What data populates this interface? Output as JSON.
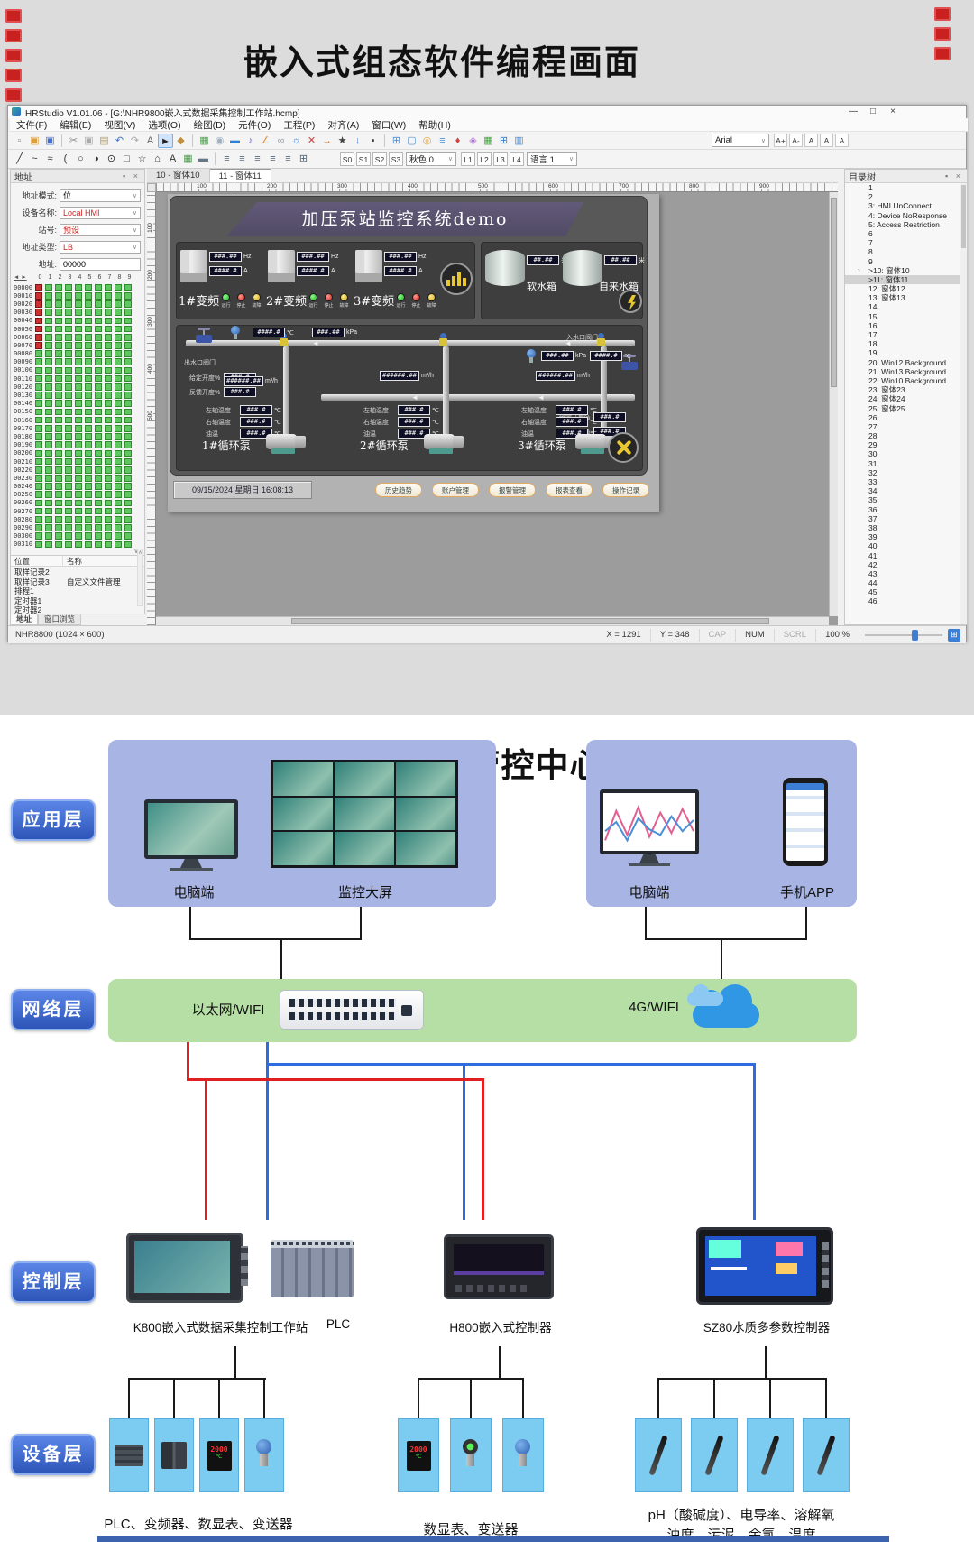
{
  "page": {
    "top_title": "嵌入式组态软件编程画面",
    "bottom_title": "虹润小系统智能化管控中心解决方案"
  },
  "window": {
    "title": "HRStudio V1.01.06 - [G:\\NHR9800嵌入式数据采集控制工作站.hcmp]",
    "controls": {
      "minimize": "—",
      "maximize": "□",
      "close": "×"
    },
    "menus": [
      "文件(F)",
      "编辑(E)",
      "视图(V)",
      "选项(O)",
      "绘图(D)",
      "元件(O)",
      "工程(P)",
      "对齐(A)",
      "窗口(W)",
      "帮助(H)"
    ],
    "toolbar1": [
      {
        "n": "new-icon",
        "g": "▫",
        "c": "#8f8f8f"
      },
      {
        "n": "open-icon",
        "g": "▣",
        "c": "#dd9f3d"
      },
      {
        "n": "save-icon",
        "g": "▣",
        "c": "#3f6fd0"
      },
      {
        "n": "sep"
      },
      {
        "n": "cut-icon",
        "g": "✂",
        "c": "#888888"
      },
      {
        "n": "copy-icon",
        "g": "▣",
        "c": "#aaaaaa"
      },
      {
        "n": "paste-icon",
        "g": "▤",
        "c": "#b09a66"
      },
      {
        "n": "undo-icon",
        "g": "↶",
        "c": "#4472c4"
      },
      {
        "n": "redo-icon",
        "g": "↷",
        "c": "#a8a8a8"
      },
      {
        "n": "find-icon",
        "g": "A",
        "c": "#666666"
      },
      {
        "n": "cursor-icon",
        "g": "►",
        "c": "#222222",
        "sel": true
      },
      {
        "n": "hand-icon",
        "g": "◆",
        "c": "#c09040"
      },
      {
        "n": "sep"
      },
      {
        "n": "image-icon",
        "g": "▦",
        "c": "#4f9f4f"
      },
      {
        "n": "shape-icon",
        "g": "◉",
        "c": "#9fb0c0"
      },
      {
        "n": "brush-icon",
        "g": "▬",
        "c": "#2f7fd4"
      },
      {
        "n": "music-icon",
        "g": "♪",
        "c": "#7a5fd4"
      },
      {
        "n": "ruler-icon",
        "g": "∠",
        "c": "#e0903a"
      },
      {
        "n": "link-icon",
        "g": "∞",
        "c": "#9aa0a8"
      },
      {
        "n": "gear-icon",
        "g": "☼",
        "c": "#2f7fd4"
      },
      {
        "n": "tools-icon",
        "g": "✕",
        "c": "#d04040"
      },
      {
        "n": "arrow-icon",
        "g": "→",
        "c": "#e07820"
      },
      {
        "n": "star-icon",
        "g": "★",
        "c": "#444444"
      },
      {
        "n": "download-icon",
        "g": "↓",
        "c": "#3f6fd0"
      },
      {
        "n": "chip-icon",
        "g": "▪",
        "c": "#333333"
      },
      {
        "n": "sep"
      },
      {
        "n": "window-icon",
        "g": "⊞",
        "c": "#4a90d8"
      },
      {
        "n": "monitor-icon",
        "g": "▢",
        "c": "#4a90d8"
      },
      {
        "n": "target-icon",
        "g": "◎",
        "c": "#e0a23c"
      },
      {
        "n": "layers-icon",
        "g": "≡",
        "c": "#4a90d8"
      },
      {
        "n": "bell-icon",
        "g": "♦",
        "c": "#d04040"
      },
      {
        "n": "palette-icon",
        "g": "◈",
        "c": "#b07ad0"
      },
      {
        "n": "board-icon",
        "g": "▦",
        "c": "#3f9f3f"
      },
      {
        "n": "grid-icon",
        "g": "⊞",
        "c": "#2f7fd4"
      },
      {
        "n": "table-icon",
        "g": "▥",
        "c": "#4a90d8"
      }
    ],
    "toolbar1_right": {
      "font": "Arial",
      "chips": [
        "A+",
        "A-",
        "A",
        "A",
        "A"
      ]
    },
    "toolbar2": [
      {
        "n": "line-icon",
        "g": "╱",
        "c": "#333333"
      },
      {
        "n": "curve-icon",
        "g": "~",
        "c": "#333333"
      },
      {
        "n": "polyline-icon",
        "g": "≈",
        "c": "#333333"
      },
      {
        "n": "arc-icon",
        "g": "(",
        "c": "#333333"
      },
      {
        "n": "circle-icon",
        "g": "○",
        "c": "#333333"
      },
      {
        "n": "pie-icon",
        "g": "◑",
        "c": "#333333"
      },
      {
        "n": "clock-icon",
        "g": "⊙",
        "c": "#333333"
      },
      {
        "n": "rect-icon",
        "g": "□",
        "c": "#333333"
      },
      {
        "n": "star-shape-icon",
        "g": "☆",
        "c": "#333333"
      },
      {
        "n": "polygon-icon",
        "g": "⌂",
        "c": "#333333"
      },
      {
        "n": "text-icon",
        "g": "A",
        "c": "#333333"
      },
      {
        "n": "picture-icon",
        "g": "▦",
        "c": "#4f9f4f"
      },
      {
        "n": "button-icon",
        "g": "▬",
        "c": "#667788"
      },
      {
        "n": "sep"
      },
      {
        "n": "align-left-icon",
        "g": "≡",
        "c": "#556677"
      },
      {
        "n": "align-center-icon",
        "g": "≡",
        "c": "#556677"
      },
      {
        "n": "align-right-icon",
        "g": "≡",
        "c": "#556677"
      },
      {
        "n": "align-top-icon",
        "g": "≡",
        "c": "#556677"
      },
      {
        "n": "distribute-icon",
        "g": "≡",
        "c": "#556677"
      },
      {
        "n": "group-icon",
        "g": "⊞",
        "c": "#556677"
      }
    ],
    "toolbar2_right": {
      "s_buttons": [
        "S0",
        "S1",
        "S2",
        "S3"
      ],
      "s_select": "秋色 0",
      "l_buttons": [
        "L1",
        "L2",
        "L3",
        "L4"
      ],
      "l_select": "语言 1"
    }
  },
  "address_panel": {
    "title": "地址",
    "fields": [
      {
        "label": "地址模式:",
        "value": "位",
        "red": false
      },
      {
        "label": "设备名称:",
        "value": "Local HMI",
        "red": true
      },
      {
        "label": "站号:",
        "value": "预设",
        "red": true
      },
      {
        "label": "地址类型:",
        "value": "LB",
        "red": true
      }
    ],
    "addr_label": "地址:",
    "addr_value": "00000",
    "grid": {
      "nav": "◄ ►",
      "cols": [
        "0",
        "1",
        "2",
        "3",
        "4",
        "5",
        "6",
        "7",
        "8",
        "9"
      ],
      "rows": 32,
      "step": 10,
      "red_rows": 8
    },
    "list_headers": [
      "位置",
      "名称"
    ],
    "list_rows": [
      [
        "取样记录2",
        ""
      ],
      [
        "取样记录3",
        "自定义文件管理"
      ],
      [
        "排程1",
        ""
      ],
      [
        "定时器1",
        ""
      ],
      [
        "定时器2",
        ""
      ]
    ],
    "tabs": [
      "地址",
      "窗口浏览"
    ]
  },
  "canvas": {
    "tabs": [
      {
        "label": "10 - 窗体10",
        "active": false
      },
      {
        "label": "11 - 窗体11",
        "active": true
      }
    ],
    "h_ruler": [
      "100",
      "200",
      "300",
      "400",
      "500",
      "600",
      "700",
      "800",
      "900"
    ],
    "v_ruler": [
      "100",
      "200",
      "300",
      "400",
      "500"
    ]
  },
  "hmi": {
    "title": "加压泵站监控系统demo",
    "vfds": [
      "1#变频",
      "2#变频",
      "3#变频"
    ],
    "hz_value": "###.##",
    "hz_unit": "Hz",
    "a_value": "####.#",
    "a_unit": "A",
    "leds": [
      "运行",
      "停止",
      "故障"
    ],
    "tanks": [
      {
        "name": "软水箱",
        "value": "##.##",
        "unit": "米"
      },
      {
        "name": "自来水箱",
        "value": "##.##",
        "unit": "米"
      }
    ],
    "outlet_title": "出水口阀门",
    "inlet_title": "入水口阀门",
    "opening_rows": [
      {
        "label": "给定开度%",
        "value": "###.#"
      },
      {
        "label": "反馈开度%",
        "value": "###.#"
      }
    ],
    "top_sensors": [
      {
        "value": "####.#",
        "unit": "℃"
      },
      {
        "value": "###.##",
        "unit": "kPa"
      }
    ],
    "right_sensors": [
      {
        "value": "###.##",
        "unit": "kPa"
      },
      {
        "value": "####.#",
        "unit": "℃"
      }
    ],
    "flow_value": "######.##",
    "flow_unit": "m³/h",
    "temp_rows": [
      {
        "label": "左轴温度",
        "value": "###.#",
        "unit": "℃"
      },
      {
        "label": "右轴温度",
        "value": "###.#",
        "unit": "℃"
      },
      {
        "label": "油温",
        "value": "###.#",
        "unit": "℃"
      }
    ],
    "pumps": [
      "1#循环泵",
      "2#循环泵",
      "3#循环泵"
    ],
    "datetime": "09/15/2024 星期日 16:08:13",
    "nav_buttons": [
      "历史趋势",
      "账户管理",
      "报警管理",
      "报表查看",
      "操作记录"
    ]
  },
  "tree": {
    "title": "目录树",
    "items": [
      {
        "label": "1"
      },
      {
        "label": "2"
      },
      {
        "label": "3: HMI UnConnect"
      },
      {
        "label": "4: Device NoResponse"
      },
      {
        "label": "5: Access Restriction"
      },
      {
        "label": "6"
      },
      {
        "label": "7"
      },
      {
        "label": "8"
      },
      {
        "label": "9"
      },
      {
        "label": ">10: 窗体10",
        "arrow": true
      },
      {
        "label": ">11: 窗体11",
        "selected": true
      },
      {
        "label": "12: 窗体12"
      },
      {
        "label": "13: 窗体13"
      },
      {
        "label": "14"
      },
      {
        "label": "15"
      },
      {
        "label": "16"
      },
      {
        "label": "17"
      },
      {
        "label": "18"
      },
      {
        "label": "19"
      },
      {
        "label": "20: Win12 Background"
      },
      {
        "label": "21: Win13 Background"
      },
      {
        "label": "22: Win10 Background"
      },
      {
        "label": "23: 窗体23"
      },
      {
        "label": "24: 窗体24"
      },
      {
        "label": "25: 窗体25"
      },
      {
        "label": "26"
      },
      {
        "label": "27"
      },
      {
        "label": "28"
      },
      {
        "label": "29"
      },
      {
        "label": "30"
      },
      {
        "label": "31"
      },
      {
        "label": "32"
      },
      {
        "label": "33"
      },
      {
        "label": "34"
      },
      {
        "label": "35"
      },
      {
        "label": "36"
      },
      {
        "label": "37"
      },
      {
        "label": "38"
      },
      {
        "label": "39"
      },
      {
        "label": "40"
      },
      {
        "label": "41"
      },
      {
        "label": "42"
      },
      {
        "label": "43"
      },
      {
        "label": "44"
      },
      {
        "label": "45"
      },
      {
        "label": "46"
      }
    ]
  },
  "statusbar": {
    "device": "NHR8800 (1024 × 600)",
    "x": "X = 1291",
    "y": "Y = 348",
    "cap": "CAP",
    "num": "NUM",
    "scrl": "SCRL",
    "zoom": "100 %"
  },
  "solution": {
    "layers": [
      "应用层",
      "网络层",
      "控制层",
      "设备层"
    ],
    "app_items": [
      "电脑端",
      "监控大屏",
      "电脑端",
      "手机APP"
    ],
    "network_items": [
      "以太网/WIFI",
      "4G/WIFI"
    ],
    "control_labels": [
      "K800嵌入式数据采集控制工作站",
      "PLC",
      "H800嵌入式控制器",
      "SZ80水质多参数控制器"
    ],
    "device_groups": [
      {
        "types": [
          "plc",
          "vfd",
          "meter",
          "transmitter"
        ],
        "label": "PLC、变频器、数显表、变送器"
      },
      {
        "types": [
          "meter",
          "transmitter2",
          "transmitter"
        ],
        "label": "数显表、变送器"
      },
      {
        "types": [
          "probe",
          "probe",
          "probe",
          "probe"
        ],
        "label": "pH（酸碱度）、电导率、溶解氧",
        "label2": "浊度、污泥、余氯、温度"
      }
    ],
    "meter_value": "2000",
    "meter_unit": "℃"
  }
}
